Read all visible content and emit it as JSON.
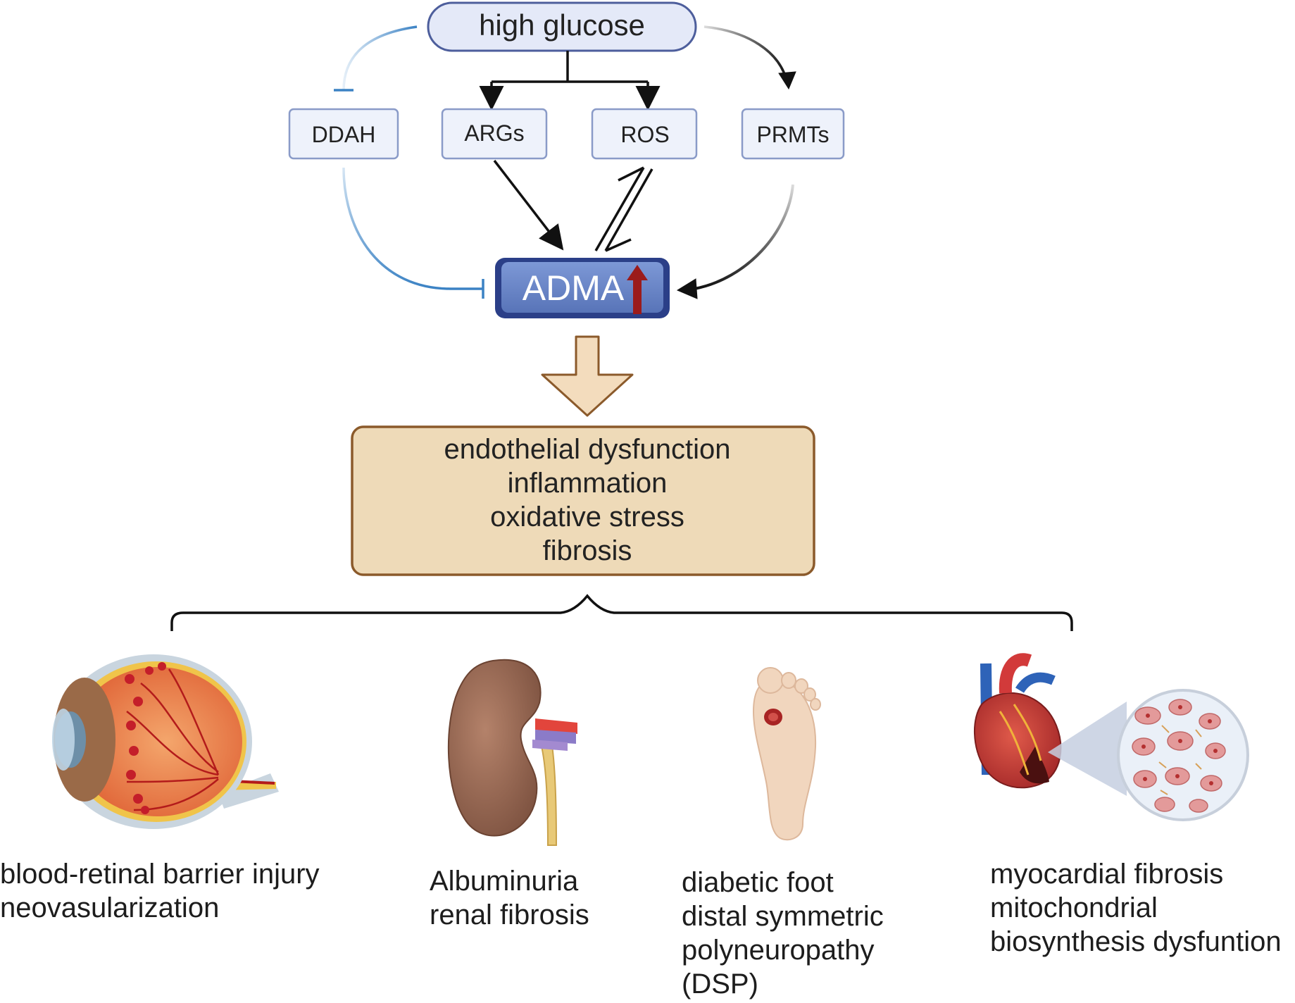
{
  "top": {
    "high_glucose": "high glucose"
  },
  "mediators": {
    "ddah": "DDAH",
    "args": "ARGs",
    "ros": "ROS",
    "prmts": "PRMTs"
  },
  "center": {
    "adma": "ADMA"
  },
  "effects": [
    "endothelial dysfunction",
    "inflammation",
    "oxidative stress",
    "fibrosis"
  ],
  "outcomes": {
    "eye": [
      "blood-retinal barrier injury",
      "neovasularization"
    ],
    "kidney": [
      "Albuminuria",
      "renal fibrosis"
    ],
    "foot": [
      "diabetic foot",
      "distal symmetric",
      "polyneuropathy",
      "(DSP)"
    ],
    "heart": [
      "myocardial fibrosis",
      "mitochondrial",
      "biosynthesis dysfuntion"
    ]
  },
  "colors": {
    "top_box_fill": "#e4e9f8",
    "top_box_stroke": "#4d5e9c",
    "small_box_stroke": "#8a9bc8",
    "adma_fill": "#6b88c9",
    "adma_dark": "#2b3f88",
    "up_arrow": "#9b1b1b",
    "inhibit_line": "#3b82c4",
    "effects_fill": "#eedab8",
    "effects_stroke": "#8b5a2b",
    "big_arrow_fill": "#f3dcbd"
  },
  "icons": [
    "eye-anatomy-icon",
    "kidney-icon",
    "foot-ulcer-icon",
    "heart-icon",
    "cardiomyocyte-fibrosis-icon"
  ]
}
